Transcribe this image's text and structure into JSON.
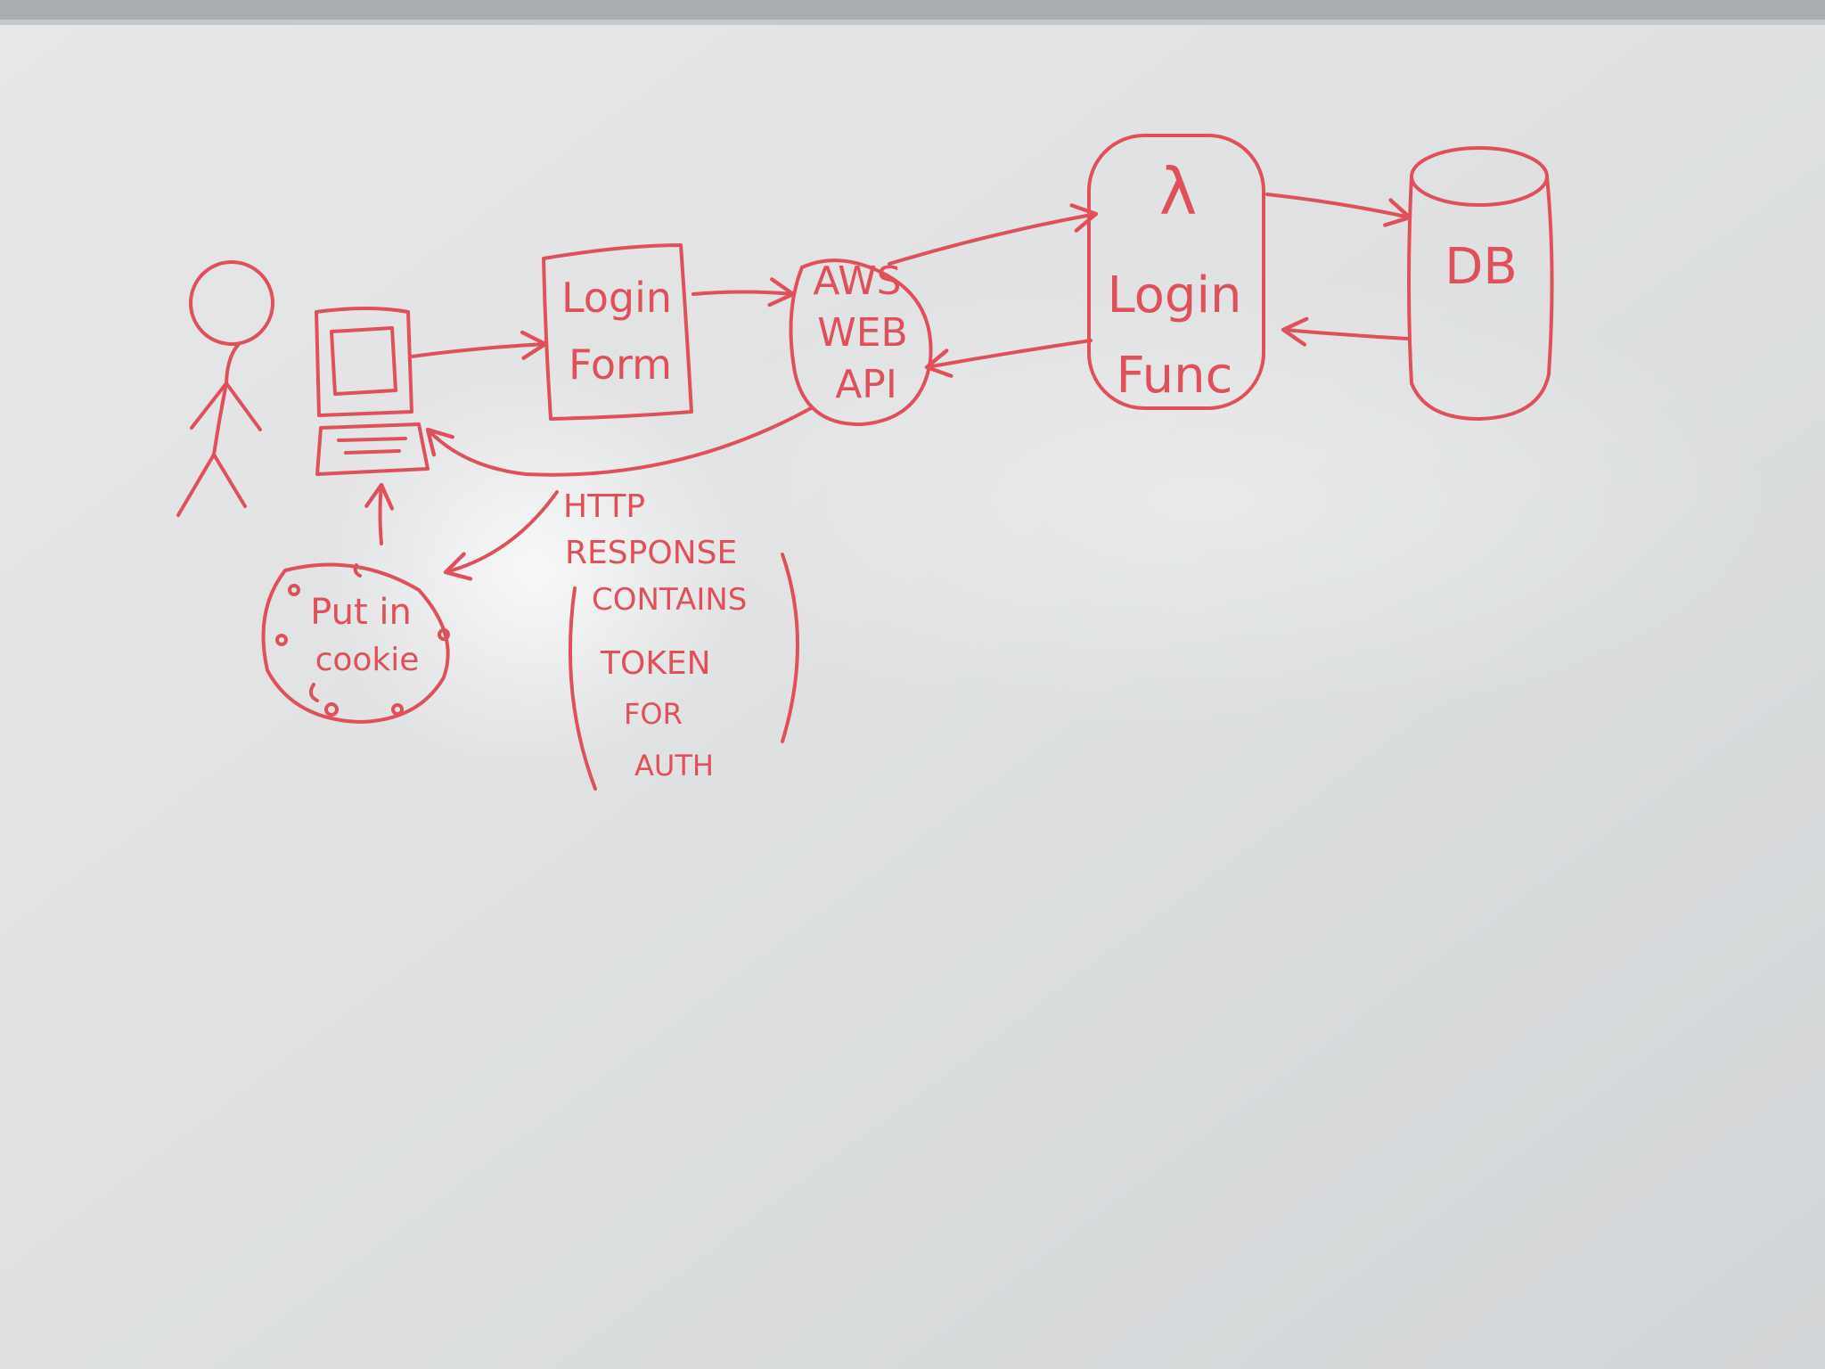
{
  "colors": {
    "ink": "#e0505a",
    "board": "#dcdfe0",
    "frame": "#a9adaf"
  },
  "icons": {
    "user": "stick-figure-icon",
    "computer": "computer-icon",
    "lambda": "lambda-icon",
    "database": "database-cylinder-icon",
    "cookie": "cookie-icon"
  },
  "nodes": {
    "login_form": {
      "line1": "Login",
      "line2": "Form"
    },
    "aws_web_api": {
      "line1": "AWS",
      "line2": "WEB",
      "line3": "API"
    },
    "login_func": {
      "symbol": "λ",
      "line1": "Login",
      "line2": "Func"
    },
    "db": {
      "label": "DB"
    },
    "cookie": {
      "line1": "Put in",
      "line2": "cookie"
    }
  },
  "response_note": {
    "line1": "HTTP",
    "line2": "RESPONSE",
    "line3": "CONTAINS",
    "line4": "TOKEN",
    "line5": "FOR",
    "line6": "AUTH"
  }
}
